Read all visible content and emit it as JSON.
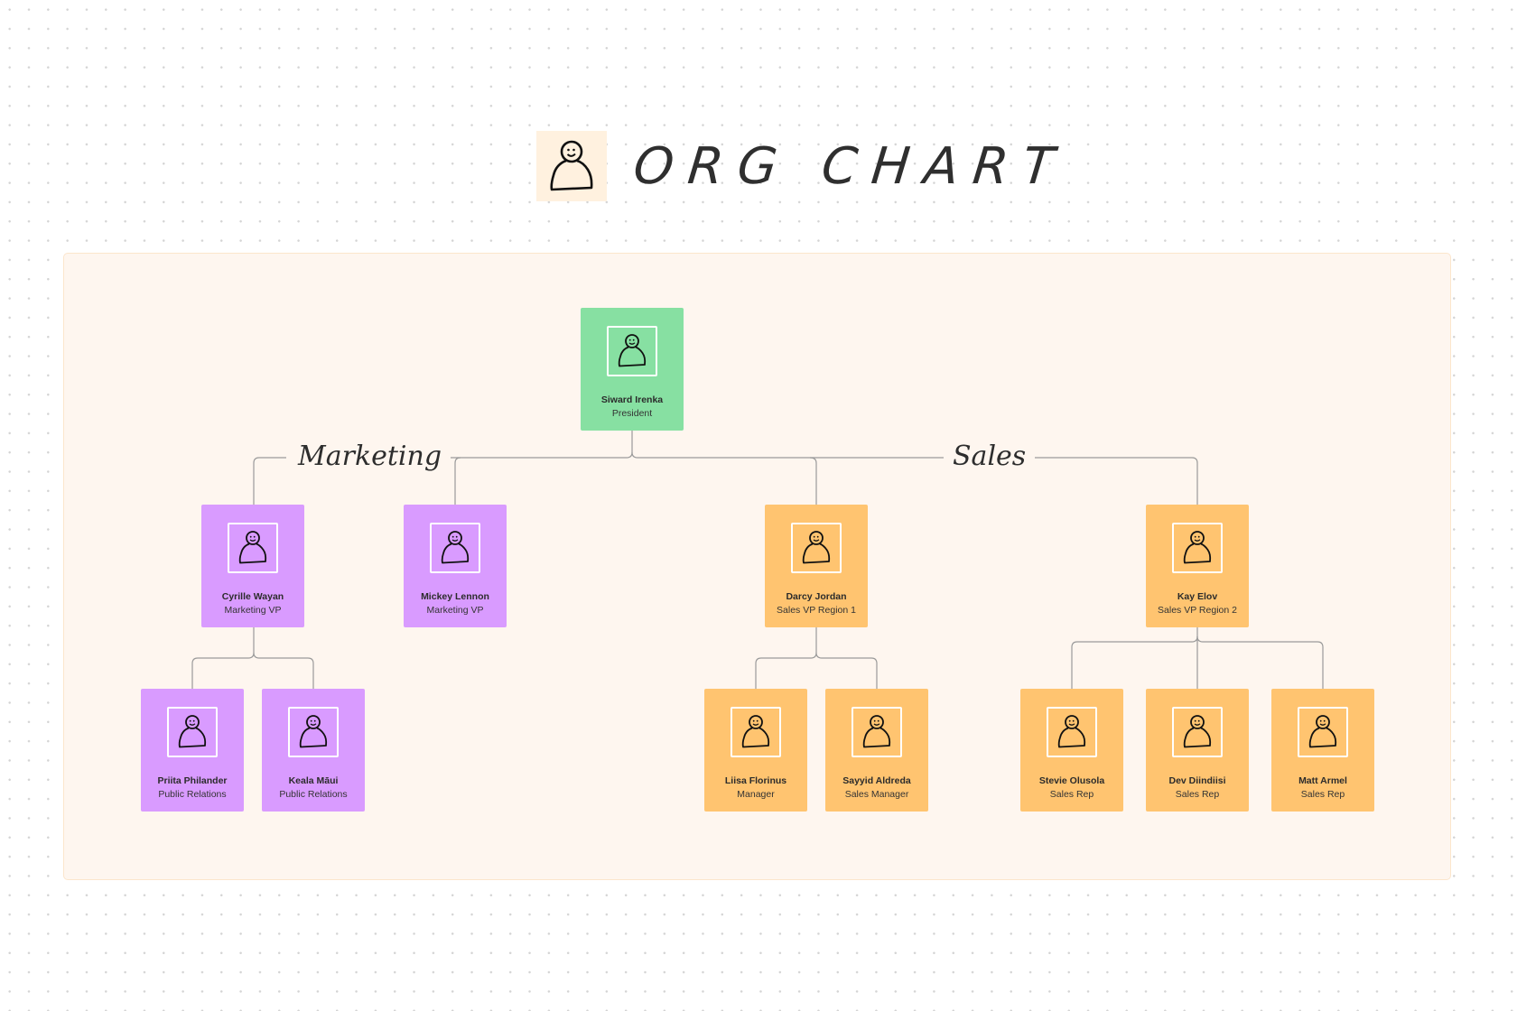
{
  "title": {
    "text": "ORG CHART",
    "icon": "person-icon",
    "icon_bg": "#FFF1DF"
  },
  "colors": {
    "president": "#87E0A2",
    "marketing": "#D99BFF",
    "sales": "#FFC470",
    "frame_bg": "#FEF6EF",
    "frame_border": "#FCE6CC",
    "connector": "#9a9a9a"
  },
  "departments": {
    "marketing": {
      "label": "Marketing"
    },
    "sales": {
      "label": "Sales"
    }
  },
  "people": {
    "president": {
      "name": "Siward Irenka",
      "role": "President"
    },
    "cyrille": {
      "name": "Cyrille Wayan",
      "role": "Marketing VP"
    },
    "mickey": {
      "name": "Mickey Lennon",
      "role": "Marketing VP"
    },
    "darcy": {
      "name": "Darcy Jordan",
      "role": "Sales VP Region 1"
    },
    "kay": {
      "name": "Kay Elov",
      "role": "Sales VP Region 2"
    },
    "priita": {
      "name": "Priita Philander",
      "role": "Public Relations"
    },
    "keala": {
      "name": "Keala Māui",
      "role": "Public Relations"
    },
    "liisa": {
      "name": "Liisa Florinus",
      "role": "Manager"
    },
    "sayyid": {
      "name": "Sayyid Aldreda",
      "role": "Sales Manager"
    },
    "stevie": {
      "name": "Stevie Olusola",
      "role": "Sales Rep"
    },
    "dev": {
      "name": "Dev Diindiisi",
      "role": "Sales Rep"
    },
    "matt": {
      "name": "Matt Armel",
      "role": "Sales Rep"
    }
  }
}
